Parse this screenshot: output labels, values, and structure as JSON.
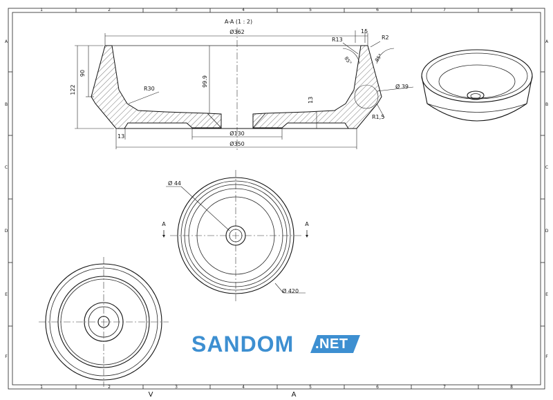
{
  "frame": {
    "columns_top": [
      "1",
      "2",
      "3",
      "4",
      "5",
      "6",
      "7",
      "8"
    ],
    "columns_bottom": [
      "1",
      "2",
      "3",
      "4",
      "5",
      "6",
      "7",
      "8"
    ],
    "rows_left": [
      "A",
      "B",
      "C",
      "D",
      "E",
      "F"
    ],
    "rows_right": [
      "A",
      "B",
      "C",
      "D",
      "E",
      "F"
    ]
  },
  "section": {
    "title": "A-A (1 : 2)",
    "dims": {
      "top_diameter": "Ø362",
      "base_diameter": "Ø350",
      "drain_diameter": "Ø130",
      "height_total": "122",
      "height_inner": "90",
      "depth": "99.9",
      "radius_inner": "R30",
      "radius_rim": "R13",
      "radius_edge": "R2",
      "width_rim": "15",
      "angle_left": "85°",
      "angle_right": "85°",
      "diameter_small": "Ø 39",
      "radius_foot": "R1,5",
      "base_thickness": "13",
      "foot_height": "13"
    }
  },
  "plan": {
    "drain_label": "Ø 44",
    "outer_label": "Ø 420",
    "section_mark_left": "A",
    "section_mark_right": "A"
  },
  "bottom_marks": [
    "V",
    "A"
  ],
  "brand": {
    "name": "SANDOM",
    "suffix": ".NET",
    "color": "#3d8fd1"
  }
}
